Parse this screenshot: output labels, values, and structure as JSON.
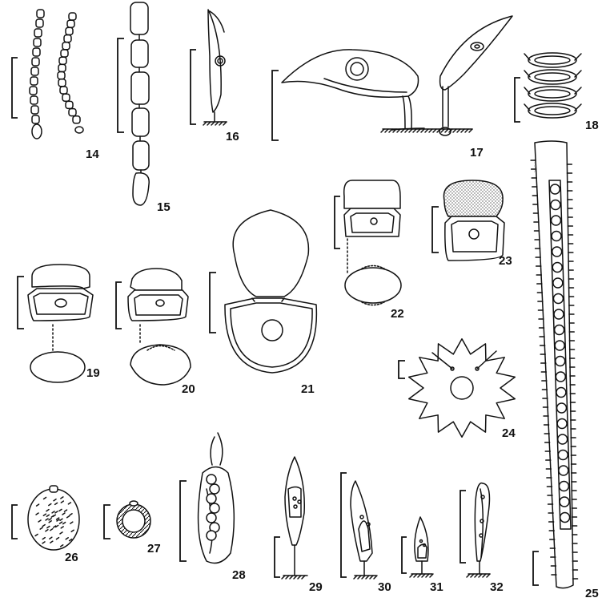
{
  "figures": [
    {
      "id": "fig-14",
      "label": "14"
    },
    {
      "id": "fig-15",
      "label": "15"
    },
    {
      "id": "fig-16",
      "label": "16"
    },
    {
      "id": "fig-17",
      "label": "17"
    },
    {
      "id": "fig-18",
      "label": "18"
    },
    {
      "id": "fig-19",
      "label": "19"
    },
    {
      "id": "fig-20",
      "label": "20"
    },
    {
      "id": "fig-21",
      "label": "21"
    },
    {
      "id": "fig-22",
      "label": "22"
    },
    {
      "id": "fig-23",
      "label": "23"
    },
    {
      "id": "fig-24",
      "label": "24"
    },
    {
      "id": "fig-25",
      "label": "25"
    },
    {
      "id": "fig-26",
      "label": "26"
    },
    {
      "id": "fig-27",
      "label": "27"
    },
    {
      "id": "fig-28",
      "label": "28"
    },
    {
      "id": "fig-29",
      "label": "29"
    },
    {
      "id": "fig-30",
      "label": "30"
    },
    {
      "id": "fig-31",
      "label": "31"
    },
    {
      "id": "fig-32",
      "label": "32"
    }
  ]
}
